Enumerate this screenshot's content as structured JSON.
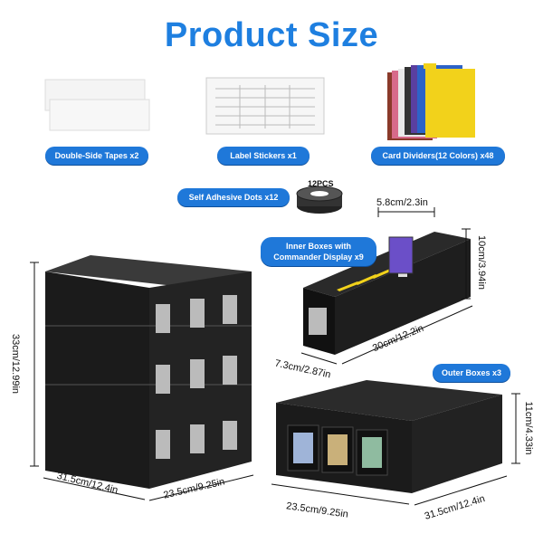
{
  "title": "Product Size",
  "accessories": {
    "tapes": "Double-Side Tapes x2",
    "labels": "Label Stickers x1",
    "dividers": "Card Dividers(12 Colors) x48",
    "dots": "Self Adhesive Dots x12",
    "dots_count": "12PCS"
  },
  "inner": {
    "label_line1": "Inner Boxes with",
    "label_line2": "Commander Display x9",
    "card_width": "5.8cm/2.3in",
    "height": "10cm/3.94in",
    "width": "7.3cm/2.87in",
    "length": "30cm/12.2in"
  },
  "stack": {
    "height": "33cm/12.99in",
    "depth": "31.5cm/12.4in",
    "width": "23.5cm/9.25in"
  },
  "outer": {
    "label": "Outer Boxes x3",
    "height": "11cm/4.33in",
    "width": "23.5cm/9.25in",
    "depth": "31.5cm/12.4in"
  },
  "colors": {
    "accent": "#1e7fe0",
    "box": "#1a1a1a",
    "divider_yellow": "#f2d21b"
  }
}
